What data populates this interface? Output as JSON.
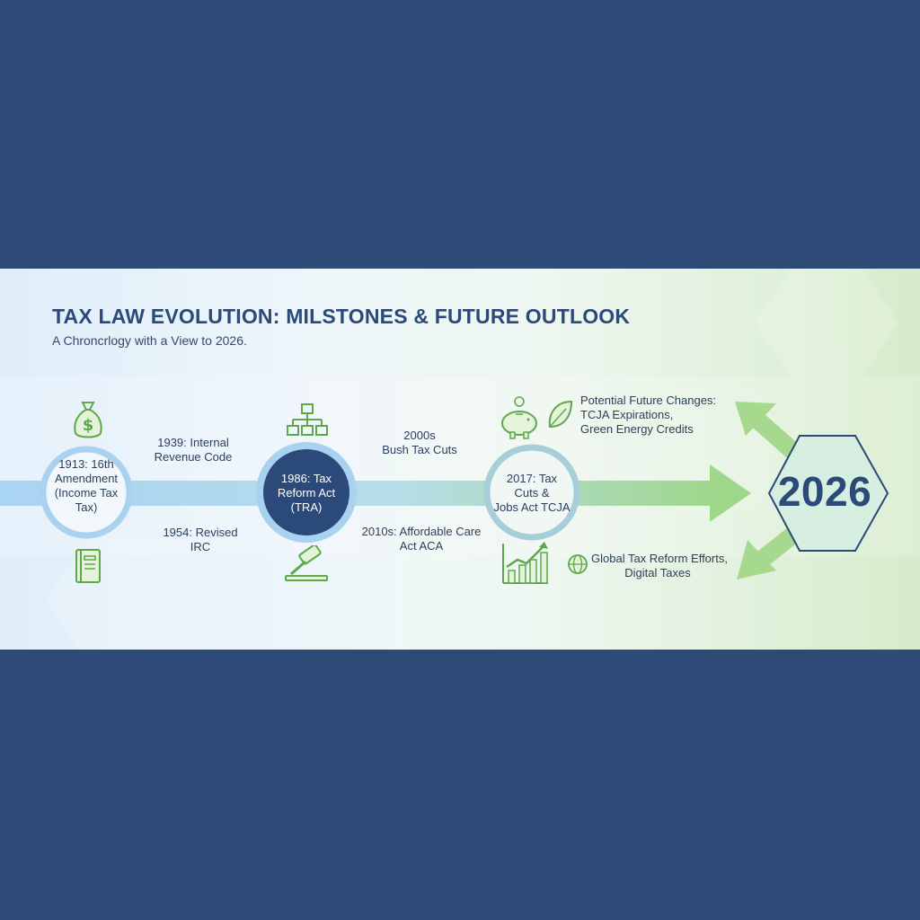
{
  "title": "TAX LAW EVOLUTION: MILSTONES & FUTURE OUTLOOK",
  "subtitle": "A Chroncrlogy with a View to 2026.",
  "milestones": {
    "m1913": [
      "1913: 16th",
      "Amendment",
      "(Income Tax",
      "Tax)"
    ],
    "m1939": [
      "1939: Internal",
      "Revenue Code"
    ],
    "m1954": [
      "1954: Revised",
      "IRC"
    ],
    "m1986": [
      "1986: Tax",
      "Reform Act",
      "(TRA)"
    ],
    "m2000s": [
      "2000s",
      "Bush Tax Cuts"
    ],
    "m2010s": [
      "2010s: Affordable Care",
      "Act ACA"
    ],
    "m2017": [
      "2017: Tax",
      "Cuts &",
      "Jobs Act TCJA"
    ]
  },
  "future": {
    "upper": [
      "Potential Future Changes:",
      "TCJA Expirations,",
      "Green Energy Credits"
    ],
    "lower": [
      "Global Tax Reform Efforts,",
      "Digital Taxes"
    ]
  },
  "target_year": "2026",
  "colors": {
    "navy": "#2e4b78",
    "dark_text": "#2b3f5c",
    "timeline_blue": "#a8d2ef",
    "accent_green": "#7cc05a",
    "icon_green": "#5fa84a"
  },
  "icons": [
    "money-bag-icon",
    "book-icon",
    "org-chart-icon",
    "gavel-icon",
    "piggy-bank-icon",
    "leaf-icon",
    "growth-chart-icon",
    "globe-icon"
  ]
}
